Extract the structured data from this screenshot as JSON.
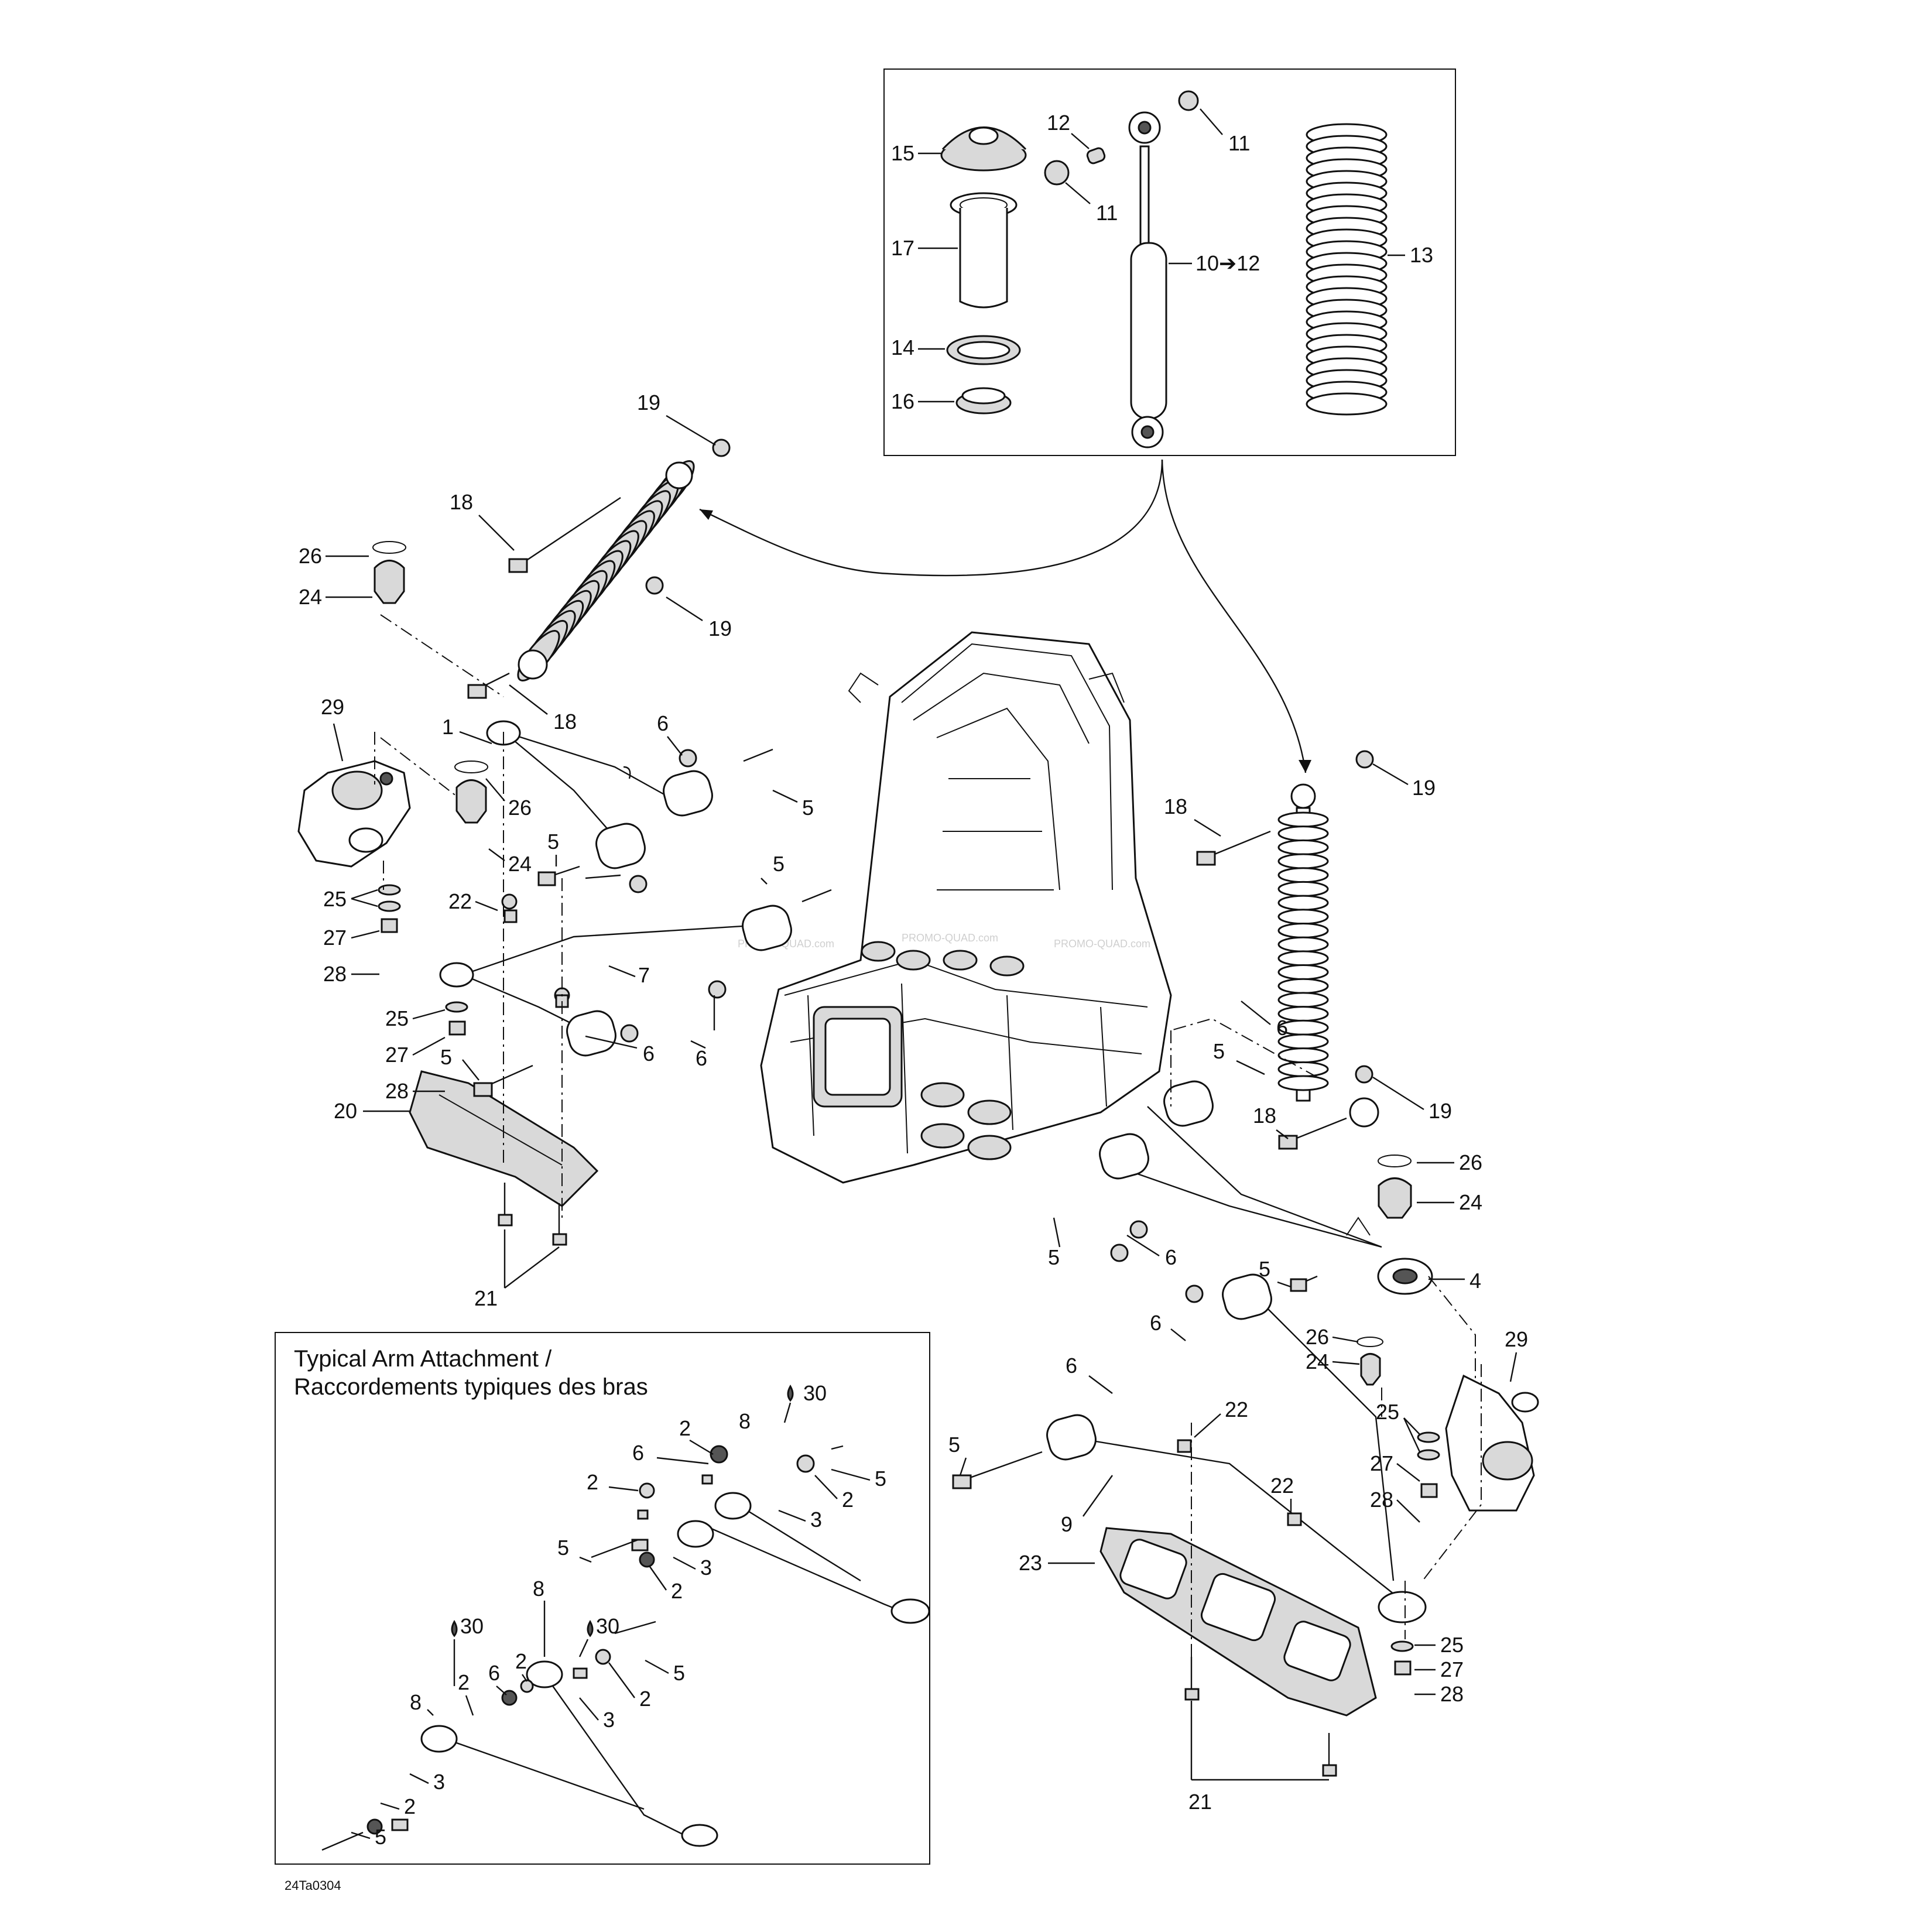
{
  "diagram": {
    "code": "24Ta0304",
    "watermark": "PROMO-QUAD.com"
  },
  "inset": {
    "title_line1": "Typical Arm Attachment /",
    "title_line2": "Raccordements typiques des bras"
  },
  "labels": {
    "shock_box": [
      {
        "t": "15"
      },
      {
        "t": "12"
      },
      {
        "t": "11"
      },
      {
        "t": "11"
      },
      {
        "t": "17"
      },
      {
        "t": "10➔12"
      },
      {
        "t": "13"
      },
      {
        "t": "14"
      },
      {
        "t": "16"
      }
    ],
    "left_front": [
      {
        "t": "19"
      },
      {
        "t": "18"
      },
      {
        "t": "26"
      },
      {
        "t": "24"
      },
      {
        "t": "19"
      },
      {
        "t": "18"
      },
      {
        "t": "29"
      },
      {
        "t": "1"
      },
      {
        "t": "6"
      },
      {
        "t": "5"
      },
      {
        "t": "26"
      },
      {
        "t": "24"
      },
      {
        "t": "5"
      },
      {
        "t": "25"
      },
      {
        "t": "22"
      },
      {
        "t": "5"
      },
      {
        "t": "27"
      },
      {
        "t": "28"
      },
      {
        "t": "7"
      },
      {
        "t": "25"
      },
      {
        "t": "27"
      },
      {
        "t": "28"
      },
      {
        "t": "6"
      },
      {
        "t": "6"
      },
      {
        "t": "5"
      },
      {
        "t": "20"
      },
      {
        "t": "21"
      }
    ],
    "right_front": [
      {
        "t": "19"
      },
      {
        "t": "18"
      },
      {
        "t": "6"
      },
      {
        "t": "5"
      },
      {
        "t": "18"
      },
      {
        "t": "19"
      },
      {
        "t": "26"
      },
      {
        "t": "24"
      },
      {
        "t": "5"
      },
      {
        "t": "6"
      },
      {
        "t": "4"
      },
      {
        "t": "5"
      },
      {
        "t": "6"
      },
      {
        "t": "26"
      },
      {
        "t": "24"
      },
      {
        "t": "29"
      },
      {
        "t": "6"
      },
      {
        "t": "22"
      },
      {
        "t": "25"
      },
      {
        "t": "5"
      },
      {
        "t": "27"
      },
      {
        "t": "22"
      },
      {
        "t": "28"
      },
      {
        "t": "9"
      },
      {
        "t": "23"
      },
      {
        "t": "25"
      },
      {
        "t": "27"
      },
      {
        "t": "28"
      },
      {
        "t": "21"
      }
    ],
    "inset": [
      {
        "t": "30"
      },
      {
        "t": "8"
      },
      {
        "t": "2"
      },
      {
        "t": "6"
      },
      {
        "t": "5"
      },
      {
        "t": "2"
      },
      {
        "t": "2"
      },
      {
        "t": "3"
      },
      {
        "t": "5"
      },
      {
        "t": "3"
      },
      {
        "t": "2"
      },
      {
        "t": "8"
      },
      {
        "t": "30"
      },
      {
        "t": "30"
      },
      {
        "t": "2"
      },
      {
        "t": "5"
      },
      {
        "t": "6"
      },
      {
        "t": "8"
      },
      {
        "t": "2"
      },
      {
        "t": "2"
      },
      {
        "t": "3"
      },
      {
        "t": "3"
      },
      {
        "t": "2"
      },
      {
        "t": "5"
      }
    ]
  }
}
